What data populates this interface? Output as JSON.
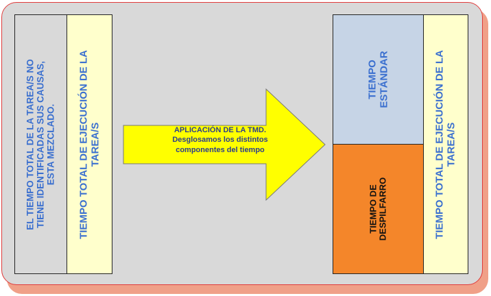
{
  "left": {
    "mixed_text": [
      "EL  TIEMPO TOTAL DE LA TAREA/S NO",
      "TIENE IDENTIFICADAS SUS CAUSAS,",
      "ESTA MEZCLADO."
    ],
    "total_text": [
      "TIEMPO TOTAL DE EJECUCIÓN DE LA",
      "TAREA/S"
    ]
  },
  "arrow": {
    "lines": [
      "APLICACIÓN DE LA TMD.",
      "Desglosamos los distintos",
      "componentes del tiempo"
    ]
  },
  "right": {
    "standard_text": [
      "TIEMPO",
      "ESTÁNDAR"
    ],
    "waste_text": [
      "TIEMPO DE",
      "DESPILFARRO"
    ],
    "total_text": [
      "TIEMPO TOTAL DE EJECUCIÓN DE LA",
      "TAREA/S"
    ]
  },
  "colors": {
    "frame_fill": "#d9d9d9",
    "frame_border": "#e03a3a",
    "yellow_box": "#ffffcc",
    "arrow_fill": "#ffff00",
    "standard_fill": "#c6d4e6",
    "waste_fill": "#f4862a",
    "text_blue": "#3a6fcf"
  }
}
